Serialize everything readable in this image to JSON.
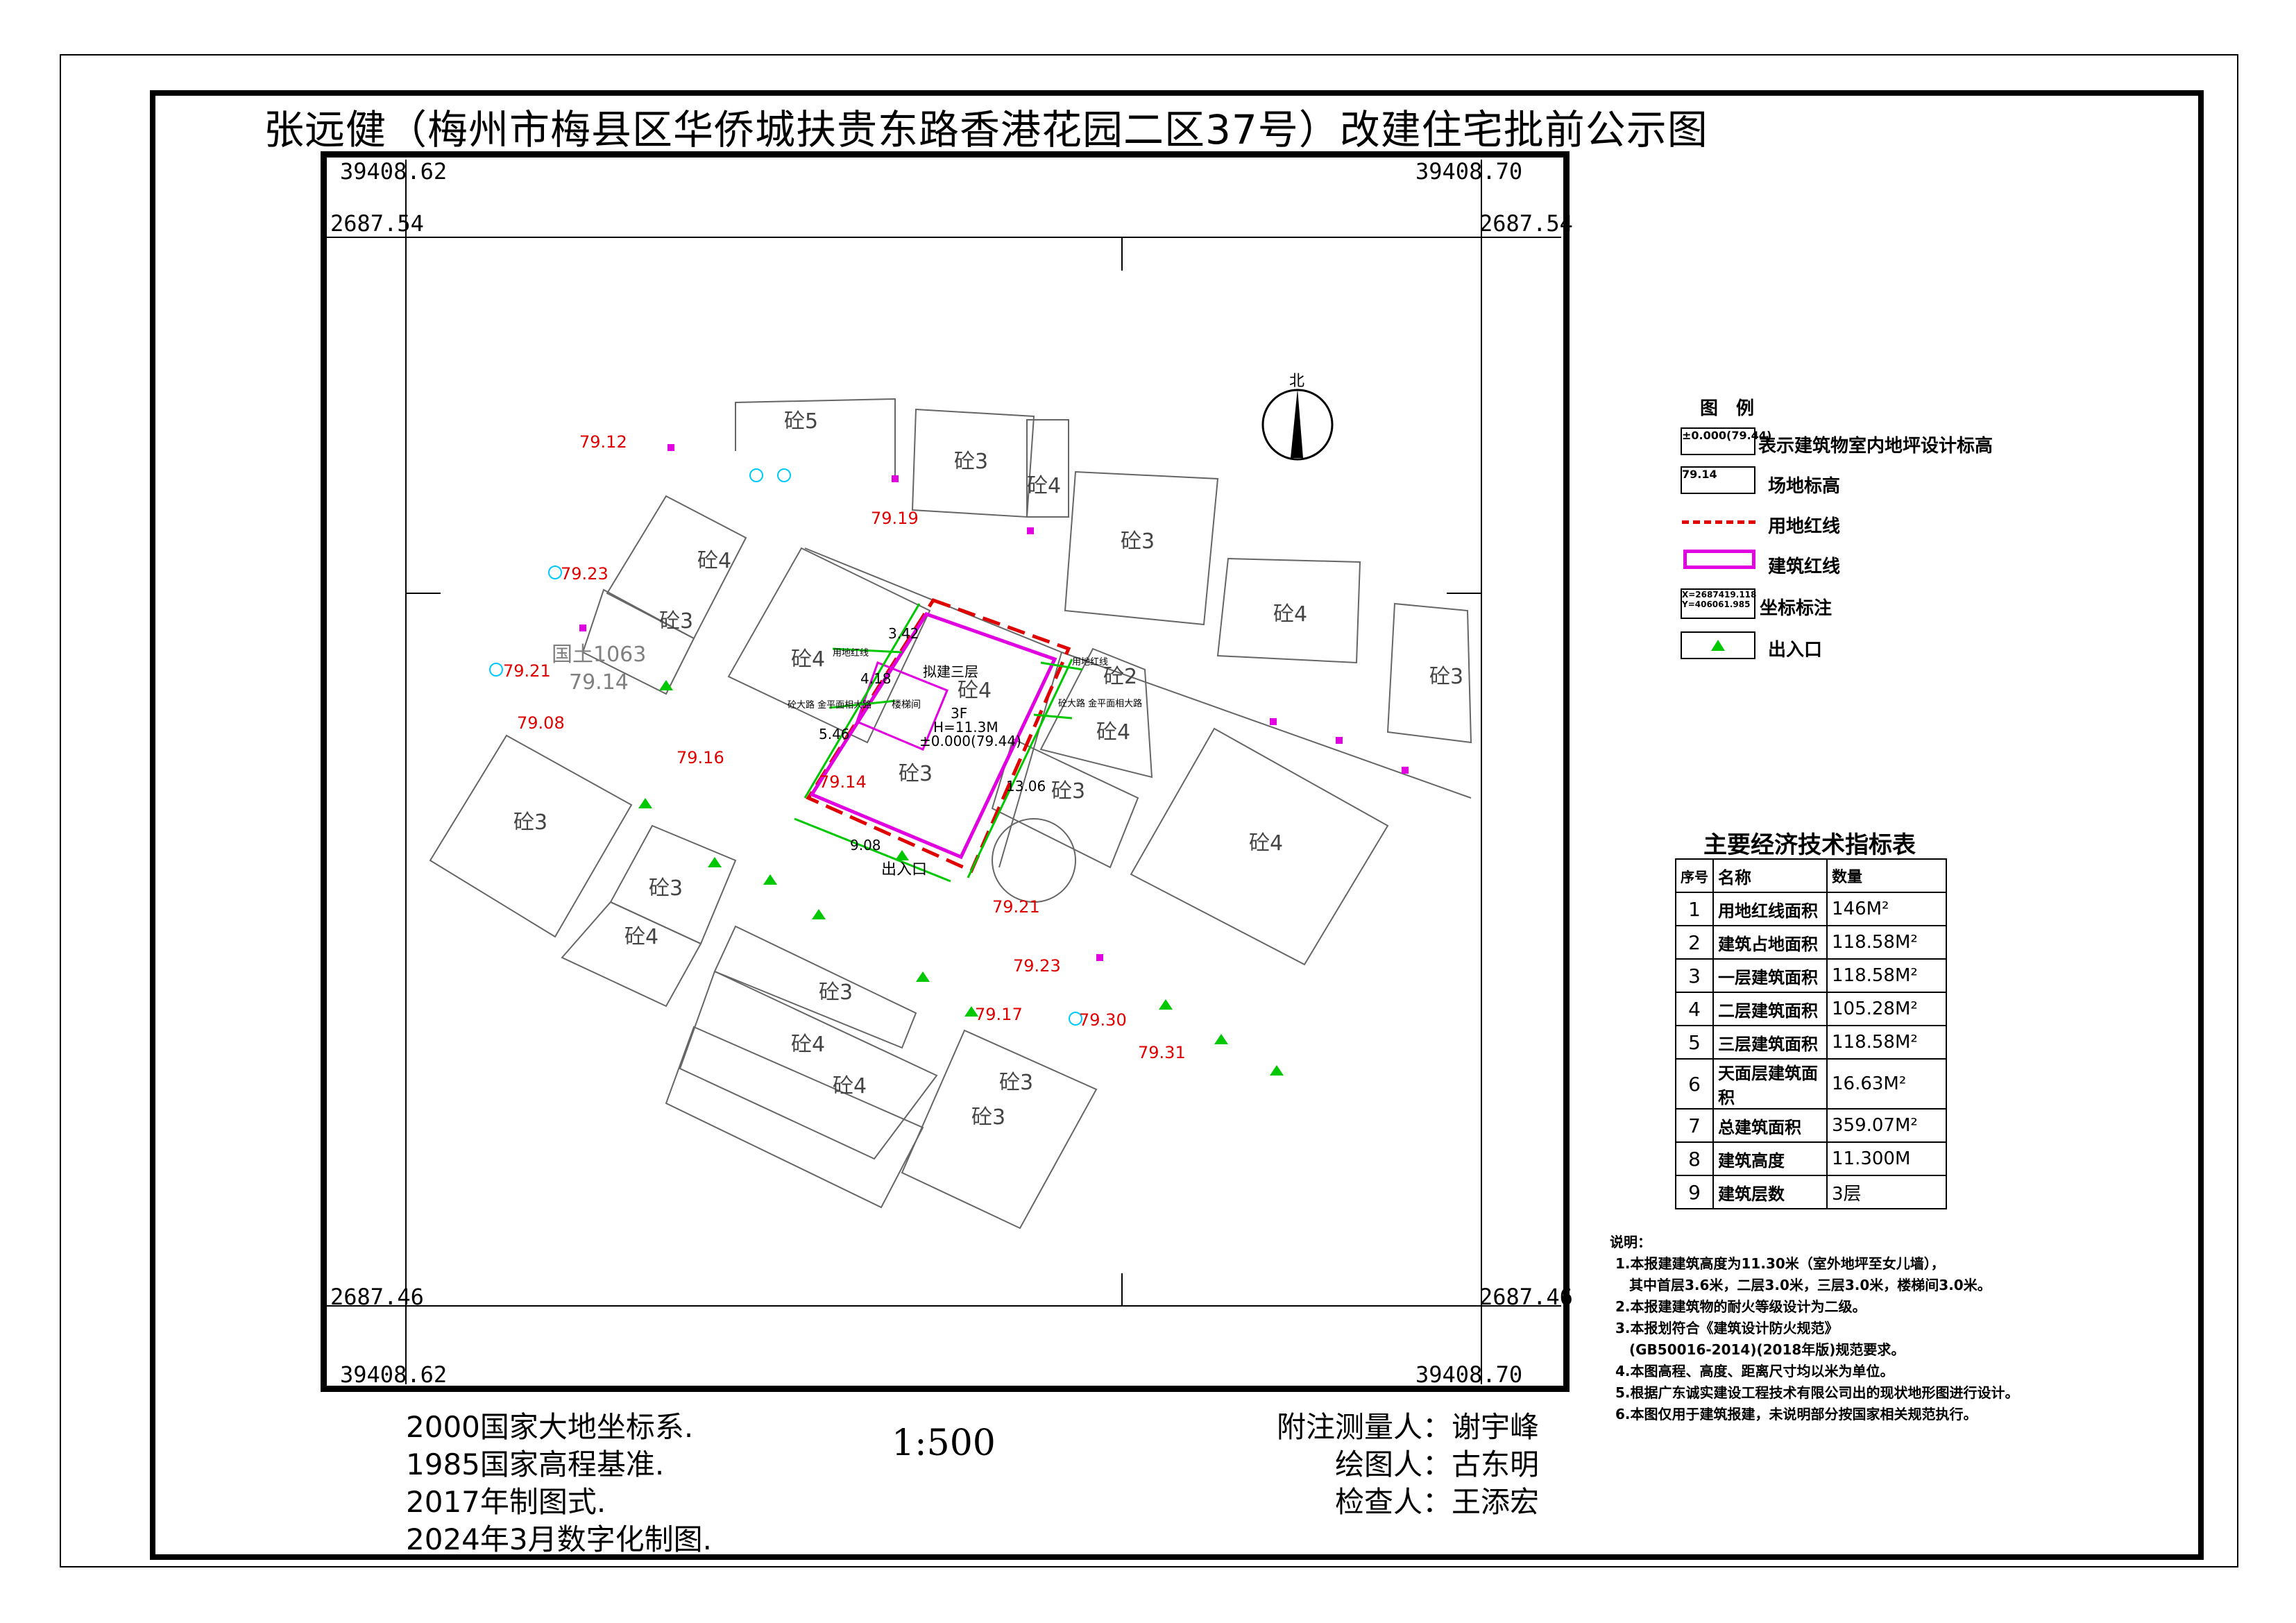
{
  "title": "张远健（梅州市梅县区华侨城扶贵东路香港花园二区37号）改建住宅批前公示图",
  "corners": {
    "top_left_y": "39408.62",
    "top_right_y": "39408.70",
    "bottom_left_y": "39408.62",
    "bottom_right_y": "39408.70",
    "top_x_left": "2687.54",
    "top_x_right": "2687.54",
    "bottom_x_left": "2687.46",
    "bottom_x_right": "2687.46"
  },
  "map": {
    "north_label": "北",
    "buildings": [
      "砼5",
      "砼3",
      "砼4",
      "砼3",
      "砼4",
      "砼3",
      "砼4",
      "砼3",
      "砼4",
      "砼4",
      "砼3",
      "砼2",
      "砼4",
      "砼3",
      "砼4",
      "砼3",
      "砼3",
      "砼4",
      "砼3",
      "砼4",
      "砼3",
      "砼4",
      "砼3"
    ],
    "elevations": [
      "79.12",
      "79.19",
      "79.23",
      "79.21",
      "79.08",
      "79.16",
      "79.14",
      "79.21",
      "79.23",
      "79.17",
      "79.30",
      "79.31"
    ],
    "parcel_label": "国土1063",
    "parcel_elev": "79.14",
    "proposed_building": "拟建三层",
    "floors": "3F",
    "height": "H=11.3M",
    "design_level": "±0.000(79.44)",
    "dims": [
      "3.42",
      "4.18",
      "5.46",
      "13.06",
      "9.08"
    ],
    "entrance": "出入口",
    "small_labels": [
      "用地红线",
      "砼大路 金平面相大路",
      "楼梯间",
      "用地红线",
      "砼大路 金平面相大路"
    ]
  },
  "legend": {
    "title": "图　例",
    "items": [
      {
        "sample": "±0.000(79.44)",
        "label": "表示建筑物室内地坪设计标高"
      },
      {
        "sample": "79.14",
        "label": "场地标高"
      },
      {
        "sample": "",
        "label": "用地红线"
      },
      {
        "sample": "",
        "label": "建筑红线"
      },
      {
        "sample": "X=2687419.118 Y=406061.985",
        "label": "坐标标注"
      },
      {
        "sample": "",
        "label": "出入口"
      }
    ]
  },
  "colors": {
    "land_red_line": "#e00000",
    "building_line": "#e000e0",
    "dimension_green": "#00c800",
    "elevation_red": "#e00000",
    "parcel_gray": "#808080",
    "cyan_marker": "#00c8ff"
  },
  "index_table": {
    "title": "主要经济技术指标表",
    "headers": [
      "序号",
      "名称",
      "数量"
    ],
    "rows": [
      [
        "1",
        "用地红线面积",
        "146M²"
      ],
      [
        "2",
        "建筑占地面积",
        "118.58M²"
      ],
      [
        "3",
        "一层建筑面积",
        "118.58M²"
      ],
      [
        "4",
        "二层建筑面积",
        "105.28M²"
      ],
      [
        "5",
        "三层建筑面积",
        "118.58M²"
      ],
      [
        "6",
        "天面层建筑面积",
        "16.63M²"
      ],
      [
        "7",
        "总建筑面积",
        "359.07M²"
      ],
      [
        "8",
        "建筑高度",
        "11.300M"
      ],
      [
        "9",
        "建筑层数",
        "3层"
      ]
    ]
  },
  "notes": {
    "title": "说明：",
    "lines": [
      "1.本报建建筑高度为11.30米（室外地坪至女儿墙），",
      "　其中首层3.6米，二层3.0米，三层3.0米，楼梯间3.0米。",
      "2.本报建建筑物的耐火等级设计为二级。",
      "3.本报划符合《建筑设计防火规范》",
      "　(GB50016-2014)(2018年版)规范要求。",
      "4.本图高程、高度、距离尺寸均以米为单位。",
      "5.根据广东诚实建设工程技术有限公司出的现状地形图进行设计。",
      "6.本图仅用于建筑报建，未说明部分按国家相关规范执行。"
    ]
  },
  "bottom_left": [
    "2000国家大地坐标系.",
    "1985国家高程基准.",
    "2017年制图式.",
    "2024年3月数字化制图."
  ],
  "scale": "1:500",
  "signatures": [
    {
      "role": "附注测量人：",
      "name": "谢宇峰"
    },
    {
      "role": "绘图人：",
      "name": "古东明"
    },
    {
      "role": "检查人：",
      "name": "王添宏"
    }
  ]
}
